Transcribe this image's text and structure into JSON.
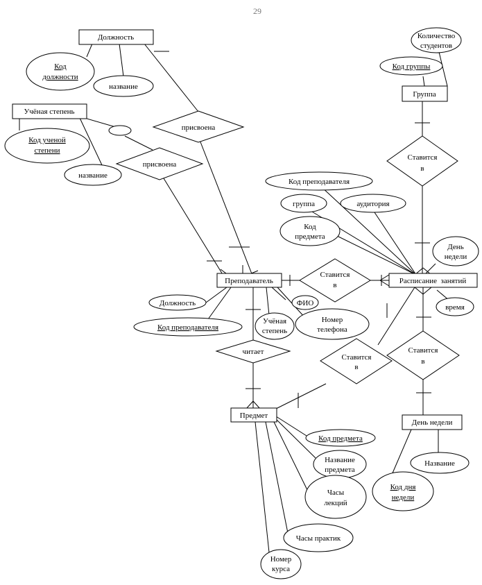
{
  "page_number": "29",
  "entities": {
    "dolzhnost": "Должность",
    "uchenaya_stepen": "Учёная степень",
    "gruppa": "Группа",
    "prepodavatel": "Преподаватель",
    "raspisanie": "Расписание  занятий",
    "predmet": "Предмет",
    "den_nedeli": "День недели"
  },
  "relationships": {
    "prisvoena_1": "присвоена",
    "prisvoena_2": "присвоена",
    "stavitsya_gruppa": [
      "Ставится",
      "в"
    ],
    "stavitsya_prep": [
      "Ставится",
      "в"
    ],
    "stavitsya_predmet": [
      "Ставится",
      "в"
    ],
    "stavitsya_den": [
      "Ставится",
      "в"
    ],
    "chitaet": "читает"
  },
  "attributes": {
    "kod_dolzhnosti": [
      "Код",
      "должности"
    ],
    "nazvanie_dolzhnosti": "название",
    "kod_uchenoy_stepeni": [
      "Код ученой",
      "степени"
    ],
    "nazvanie_stepeni": "название",
    "kolichestvo_studentov": [
      "Количество",
      "студентов"
    ],
    "kod_gruppy": "Код группы",
    "kod_prepodavatelya_rasp": "Код преподавателя",
    "gruppa_rasp": "группа",
    "auditoriya": "аудитория",
    "kod_predmeta_rasp": [
      "Код",
      "предмета"
    ],
    "den_nedeli_rasp": [
      "День",
      "недели"
    ],
    "vremya": "время",
    "dolzhnost_prep": "Должность",
    "kod_prepodavatelya": "Код преподавателя",
    "uchenaya_stepen_prep": [
      "Учёная",
      "степень"
    ],
    "fio": "ФИО",
    "nomer_telefona": [
      "Номер",
      "телефона"
    ],
    "kod_predmeta": "Код предмета",
    "nazvanie_predmeta": [
      "Название",
      "предмета"
    ],
    "chasy_lekciy": [
      "Часы",
      "лекций"
    ],
    "chasy_praktik": "Часы практик",
    "nomer_kursa": [
      "Номер",
      "курса"
    ],
    "kod_dnya_nedeli": [
      "Код дня",
      "недели"
    ],
    "nazvanie_dnya": "Название"
  }
}
